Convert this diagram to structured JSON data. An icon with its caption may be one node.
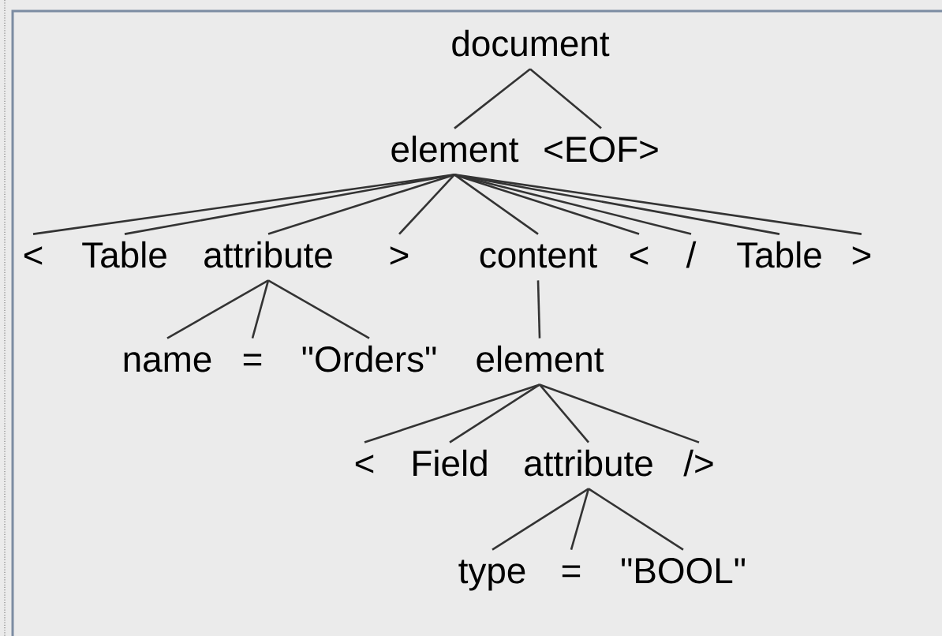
{
  "diagram": {
    "nodes": [
      {
        "text": [
          "document"
        ]
      },
      {
        "text": [
          "element"
        ]
      },
      {
        "text": [
          "<EOF>"
        ]
      },
      {
        "text": [
          "<"
        ]
      },
      {
        "text": [
          "Table"
        ]
      },
      {
        "text": [
          "attribute"
        ]
      },
      {
        "text": [
          ">"
        ]
      },
      {
        "text": [
          "content"
        ]
      },
      {
        "text": [
          "<"
        ]
      },
      {
        "text": [
          "/"
        ]
      },
      {
        "text": [
          "Table"
        ]
      },
      {
        "text": [
          ">"
        ]
      },
      {
        "text": [
          "name"
        ]
      },
      {
        "text": [
          "="
        ]
      },
      {
        "text": [
          "\"Orders\""
        ]
      },
      {
        "text": [
          "element"
        ]
      },
      {
        "text": [
          "<"
        ]
      },
      {
        "text": [
          "Field"
        ]
      },
      {
        "text": [
          "attribute"
        ]
      },
      {
        "text": [
          "/>"
        ]
      },
      {
        "text": [
          "type"
        ]
      },
      {
        "text": [
          "="
        ]
      },
      {
        "text": [
          "\"BOOL\""
        ]
      }
    ],
    "edges": [
      {
        "from": 0,
        "to": 1,
        "arrow": "none"
      },
      {
        "from": 0,
        "to": 2,
        "arrow": "none"
      },
      {
        "from": 1,
        "to": 3,
        "arrow": "none"
      },
      {
        "from": 1,
        "to": 4,
        "arrow": "none"
      },
      {
        "from": 1,
        "to": 5,
        "arrow": "none"
      },
      {
        "from": 1,
        "to": 6,
        "arrow": "none"
      },
      {
        "from": 1,
        "to": 7,
        "arrow": "none"
      },
      {
        "from": 1,
        "to": 8,
        "arrow": "none"
      },
      {
        "from": 1,
        "to": 9,
        "arrow": "none"
      },
      {
        "from": 1,
        "to": 10,
        "arrow": "none"
      },
      {
        "from": 1,
        "to": 11,
        "arrow": "none"
      },
      {
        "from": 5,
        "to": 12,
        "arrow": "none"
      },
      {
        "from": 5,
        "to": 13,
        "arrow": "none"
      },
      {
        "from": 5,
        "to": 14,
        "arrow": "none"
      },
      {
        "from": 7,
        "to": 15,
        "arrow": "none"
      },
      {
        "from": 15,
        "to": 16,
        "arrow": "none"
      },
      {
        "from": 15,
        "to": 17,
        "arrow": "none"
      },
      {
        "from": 15,
        "to": 18,
        "arrow": "none"
      },
      {
        "from": 15,
        "to": 19,
        "arrow": "none"
      },
      {
        "from": 18,
        "to": 20,
        "arrow": "none"
      },
      {
        "from": 18,
        "to": 21,
        "arrow": "none"
      },
      {
        "from": 18,
        "to": 22,
        "arrow": "none"
      }
    ]
  }
}
